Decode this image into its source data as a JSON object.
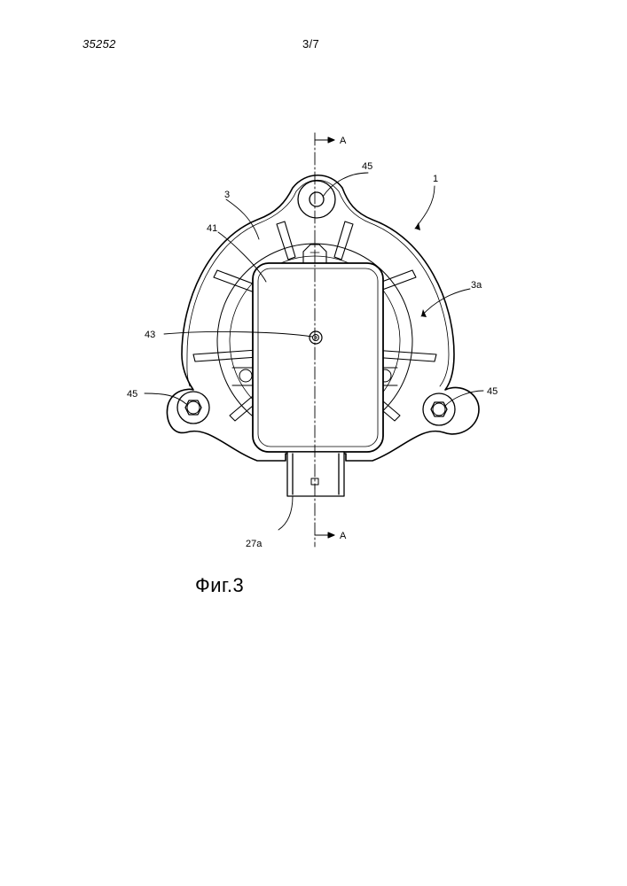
{
  "header": {
    "doc_number": "35252",
    "sheet_number": "3/7"
  },
  "figure": {
    "caption": "Фиг.3",
    "labels": {
      "section_top": "A",
      "section_bottom": "A",
      "assembly": "1",
      "housing": "3",
      "housing_side": "3a",
      "cover": "41",
      "center_screw": "43",
      "mount_top": "45",
      "mount_left": "45",
      "mount_right": "45",
      "connector": "27a"
    }
  }
}
